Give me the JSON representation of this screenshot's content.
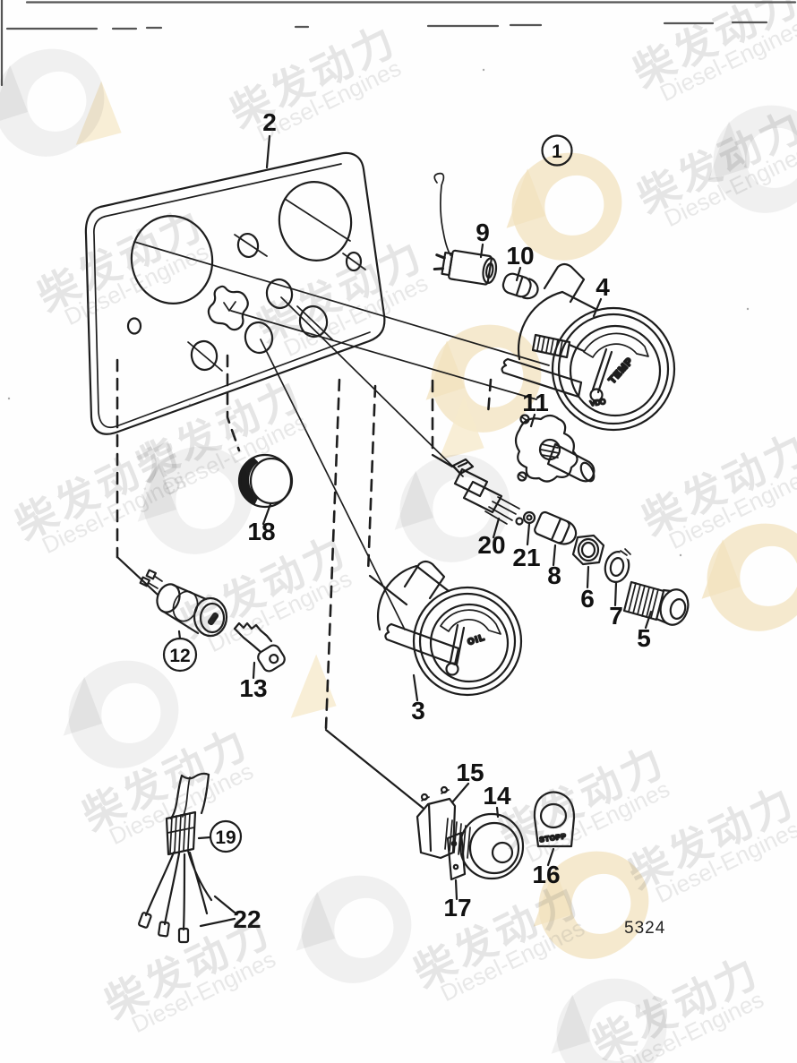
{
  "doc": {
    "drawing_number": "5324"
  },
  "watermark": {
    "cn": "柴发动力",
    "en": "Diesel-Engines"
  },
  "gauge_temp": {
    "dial_label": "TEMP",
    "brand": "VDO"
  },
  "gauge_oil": {
    "dial_label": "OIL"
  },
  "stop_plate": {
    "label": "STOPP"
  },
  "callouts": [
    {
      "n": "1",
      "circled": true
    },
    {
      "n": "2",
      "circled": false
    },
    {
      "n": "3",
      "circled": false
    },
    {
      "n": "4",
      "circled": false
    },
    {
      "n": "5",
      "circled": false
    },
    {
      "n": "6",
      "circled": false
    },
    {
      "n": "7",
      "circled": false
    },
    {
      "n": "8",
      "circled": false
    },
    {
      "n": "9",
      "circled": false
    },
    {
      "n": "10",
      "circled": false
    },
    {
      "n": "11",
      "circled": false
    },
    {
      "n": "12",
      "circled": true
    },
    {
      "n": "13",
      "circled": false
    },
    {
      "n": "14",
      "circled": false
    },
    {
      "n": "15",
      "circled": false
    },
    {
      "n": "16",
      "circled": false
    },
    {
      "n": "17",
      "circled": false
    },
    {
      "n": "18",
      "circled": false
    },
    {
      "n": "19",
      "circled": true
    },
    {
      "n": "20",
      "circled": false
    },
    {
      "n": "21",
      "circled": false
    },
    {
      "n": "22",
      "circled": false
    }
  ]
}
